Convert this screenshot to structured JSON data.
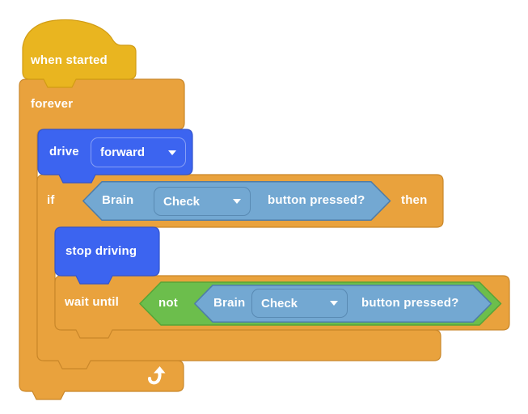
{
  "canvas": {
    "background": "#ffffff"
  },
  "colors": {
    "hat_yellow": "#E9B520",
    "control_orange": "#E9A23D",
    "drivetrain_blue": "#3C64F0",
    "sensing_light_blue": "#73A8D2",
    "operator_green": "#6CBE4C"
  },
  "script": {
    "when_started": {
      "label": "when started"
    },
    "forever": {
      "label": "forever"
    },
    "drive": {
      "label": "drive",
      "direction_value": "forward"
    },
    "if_block": {
      "label": "if",
      "then_label": "then",
      "condition": {
        "device": "Brain",
        "button_value": "Check",
        "suffix": "button pressed?"
      }
    },
    "stop_driving": {
      "label": "stop driving"
    },
    "wait_until": {
      "label": "wait until",
      "operator": "not",
      "condition": {
        "device": "Brain",
        "button_value": "Check",
        "suffix": "button pressed?"
      }
    }
  }
}
